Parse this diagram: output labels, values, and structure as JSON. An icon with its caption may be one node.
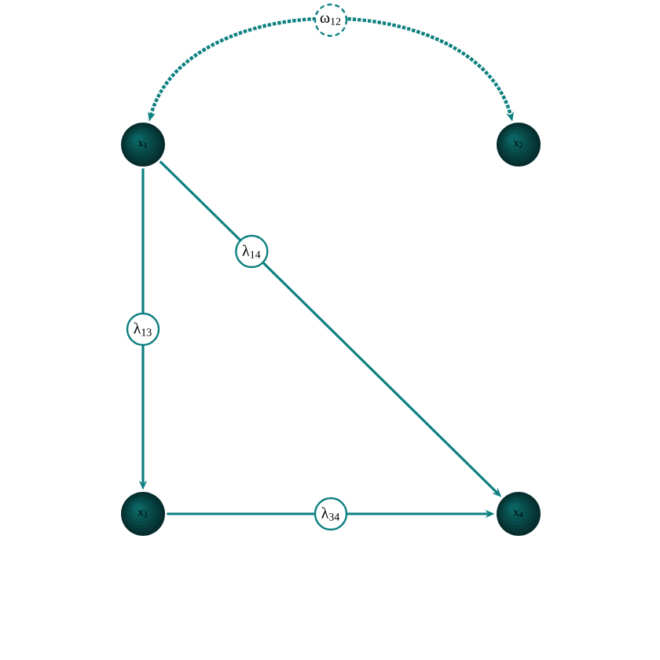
{
  "diagram": {
    "nodes": [
      {
        "text": [
          "x$_{1}$"
        ]
      },
      {
        "text": [
          "x$_{2}$"
        ]
      },
      {
        "text": [
          "x$_{3}$"
        ]
      },
      {
        "text": [
          "x$_{4}$"
        ]
      }
    ],
    "edges": [
      {
        "from": 0,
        "to": 1,
        "arrow": "both",
        "label": "ω$_{12}$",
        "style": "dashed"
      },
      {
        "from": 0,
        "to": 3,
        "arrow": "to",
        "label": "λ$_{14}$"
      },
      {
        "from": 0,
        "to": 2,
        "arrow": "to",
        "label": "λ$_{13}$"
      },
      {
        "from": 2,
        "to": 3,
        "arrow": "to",
        "label": "λ$_{34}$"
      }
    ]
  }
}
